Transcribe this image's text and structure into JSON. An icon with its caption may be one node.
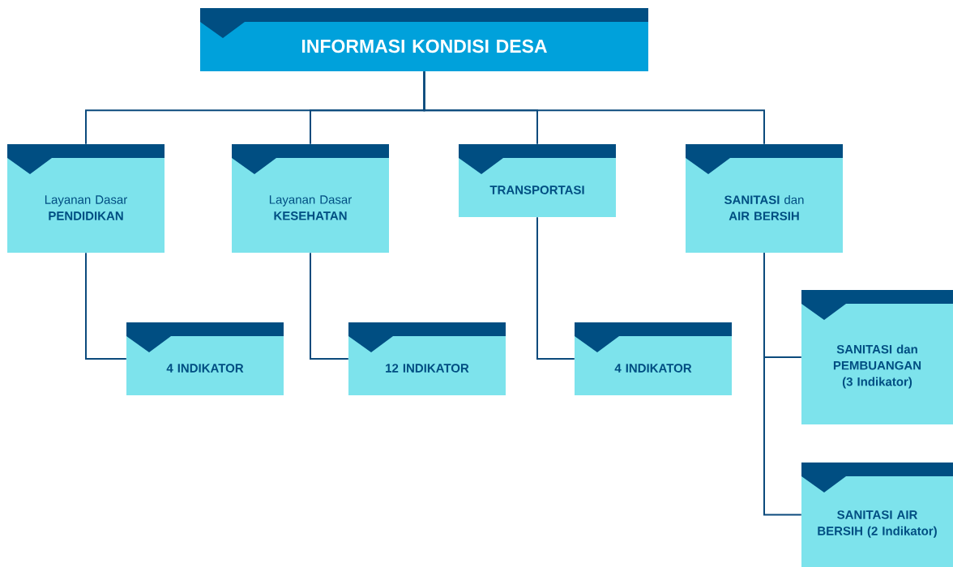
{
  "diagram": {
    "nodes": [
      {
        "text": [
          "INFORMASI KONDISI DESA"
        ]
      },
      {
        "text": [
          "Layanan Dasar **PENDIDIKAN**"
        ]
      },
      {
        "text": [
          "Layanan Dasar **KESEHATAN**"
        ]
      },
      {
        "text": [
          "TRANSPORTASI"
        ]
      },
      {
        "text": [
          "**SANITASI** dan **AIR BERSIH**"
        ]
      },
      {
        "text": [
          "4 INDIKATOR"
        ]
      },
      {
        "text": [
          "12 INDIKATOR"
        ]
      },
      {
        "text": [
          "4 INDIKATOR"
        ]
      },
      {
        "text": [
          "SANITASI dan PEMBUANGAN (3 Indikator)"
        ]
      },
      {
        "text": [
          "SANITASI AIR BERSIH (2 Indikator)"
        ]
      }
    ],
    "edges": [
      {
        "from": 0,
        "to": 1,
        "arrow": "none"
      },
      {
        "from": 0,
        "to": 2,
        "arrow": "none"
      },
      {
        "from": 0,
        "to": 3,
        "arrow": "none"
      },
      {
        "from": 0,
        "to": 4,
        "arrow": "none"
      },
      {
        "from": 1,
        "to": 5,
        "arrow": "none"
      },
      {
        "from": 2,
        "to": 6,
        "arrow": "none"
      },
      {
        "from": 3,
        "to": 7,
        "arrow": "none"
      },
      {
        "from": 4,
        "to": 8,
        "arrow": "none"
      },
      {
        "from": 4,
        "to": 9,
        "arrow": "none"
      }
    ]
  }
}
